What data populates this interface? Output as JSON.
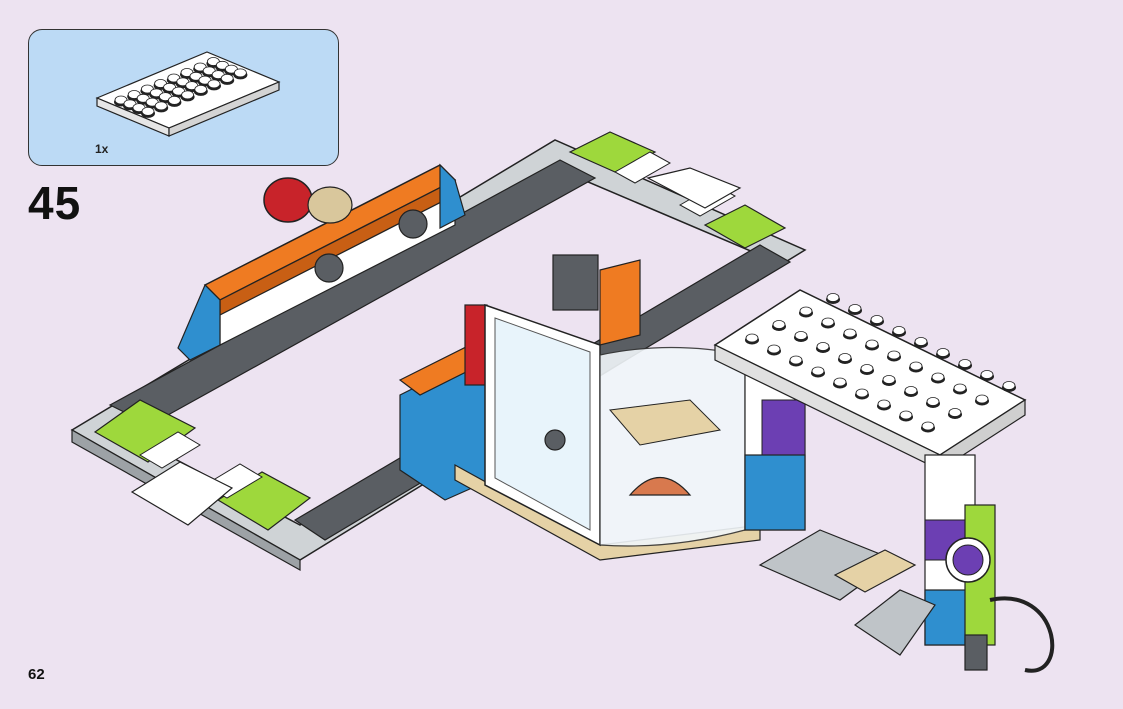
{
  "parts_list": {
    "items": [
      {
        "name": "white-plate-4x8",
        "quantity": "1x"
      }
    ]
  },
  "step": {
    "number": "45"
  },
  "page": {
    "number": "62"
  },
  "colors": {
    "background": "#ede3f1",
    "parts_box": "#bcdaf5",
    "orange": "#ef7b22",
    "azure": "#2f8fcf",
    "lime": "#9ed83c",
    "dark_gray": "#5a5e63",
    "light_gray": "#bfc4c8",
    "white": "#ffffff",
    "tan": "#e5d2a6",
    "purple": "#6c3fb3",
    "red": "#c8232a"
  }
}
